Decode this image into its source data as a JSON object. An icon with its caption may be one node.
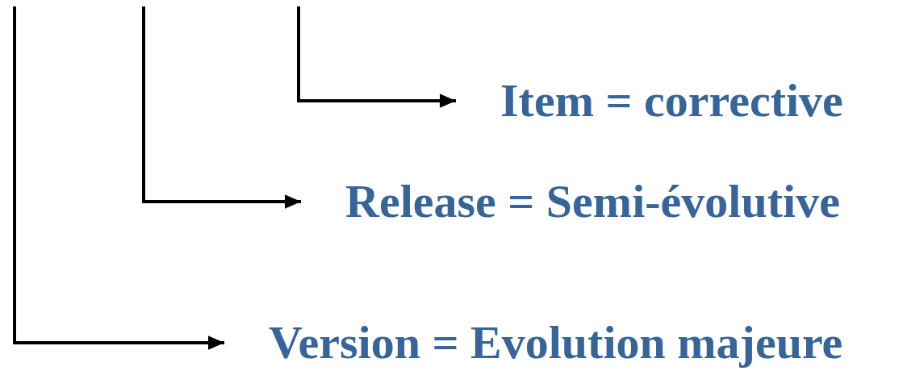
{
  "diagram": {
    "nodes": [
      {
        "text": [
          "Item = corrective"
        ]
      },
      {
        "text": [
          "Release = Semi-évolutive"
        ]
      },
      {
        "text": [
          "Version = Evolution majeure"
        ]
      }
    ],
    "edges": [
      {
        "from": null,
        "to": 0,
        "arrow": "to"
      },
      {
        "from": null,
        "to": 1,
        "arrow": "to"
      },
      {
        "from": null,
        "to": 2,
        "arrow": "to"
      }
    ]
  }
}
